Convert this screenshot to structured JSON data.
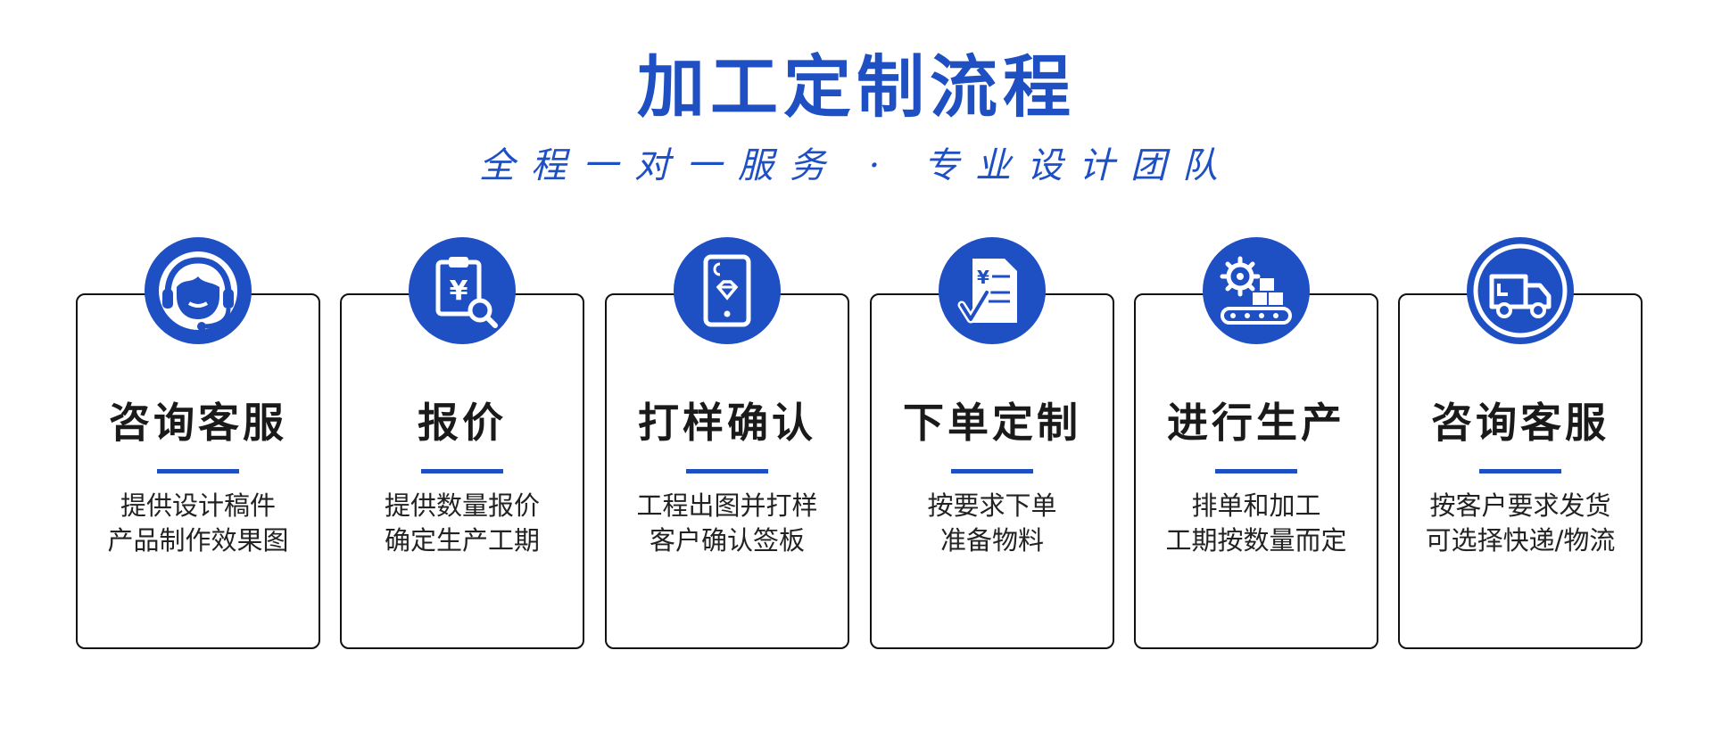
{
  "header": {
    "title": "加工定制流程",
    "subtitle": "全程一对一服务 · 专业设计团队"
  },
  "colors": {
    "accent": "#1e4fc3",
    "text": "#1a1a1a",
    "border": "#111111"
  },
  "steps": [
    {
      "icon": "headset-agent-icon",
      "title": "咨询客服",
      "lines": [
        "提供设计稿件",
        "产品制作效果图"
      ]
    },
    {
      "icon": "clipboard-price-search-icon",
      "title": "报价",
      "lines": [
        "提供数量报价",
        "确定生产工期"
      ]
    },
    {
      "icon": "sample-card-diamond-icon",
      "title": "打样确认",
      "lines": [
        "工程出图并打样",
        "客户确认签板"
      ]
    },
    {
      "icon": "order-document-check-icon",
      "title": "下单定制",
      "lines": [
        "按要求下单",
        "准备物料"
      ]
    },
    {
      "icon": "gear-conveyor-production-icon",
      "title": "进行生产",
      "lines": [
        "排单和加工",
        "工期按数量而定"
      ]
    },
    {
      "icon": "delivery-truck-icon",
      "title": "咨询客服",
      "lines": [
        "按客户要求发货",
        "可选择快递/物流"
      ]
    }
  ]
}
